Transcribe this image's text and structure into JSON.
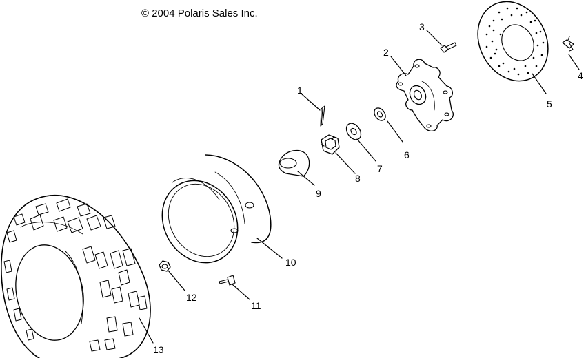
{
  "copyright": "© 2004 Polaris Sales Inc.",
  "callouts": [
    "1",
    "2",
    "3",
    "4",
    "5",
    "6",
    "7",
    "8",
    "9",
    "10",
    "11",
    "12",
    "13"
  ]
}
